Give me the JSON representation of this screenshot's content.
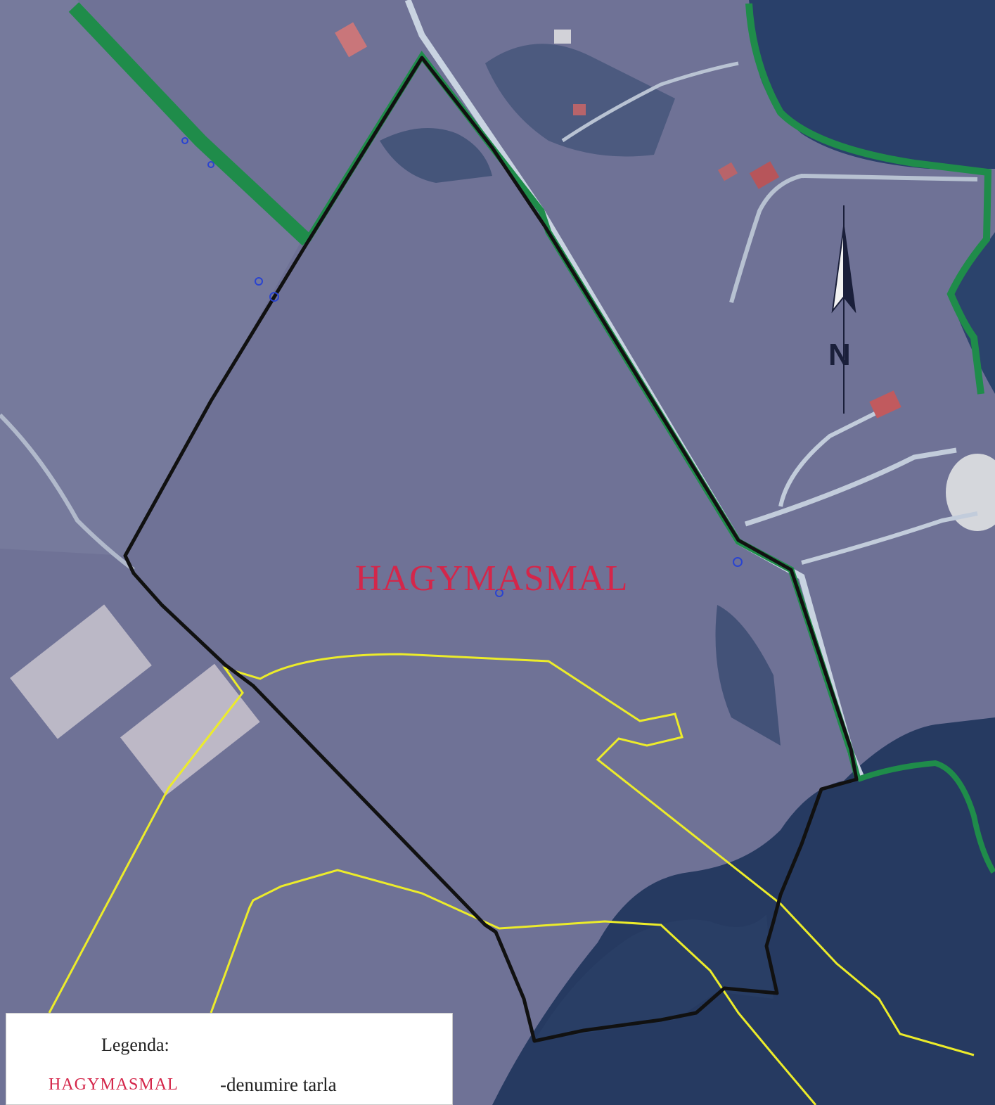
{
  "map": {
    "parcel_name": "HAGYMASMAL",
    "north_label": "N"
  },
  "legend": {
    "title": "Legenda:",
    "items": [
      {
        "name": "HAGYMASMAL",
        "description": "-denumire tarla"
      }
    ]
  },
  "colors": {
    "background": "#6f7296",
    "forest": "#273a62",
    "parcel_boundary": "#111111",
    "road_boundary": "#1f8c4a",
    "yellow_boundary": "#ecec2a",
    "label_red": "#d4264a",
    "road": "#c9d3e1"
  },
  "icons": [
    "north-arrow-icon"
  ]
}
